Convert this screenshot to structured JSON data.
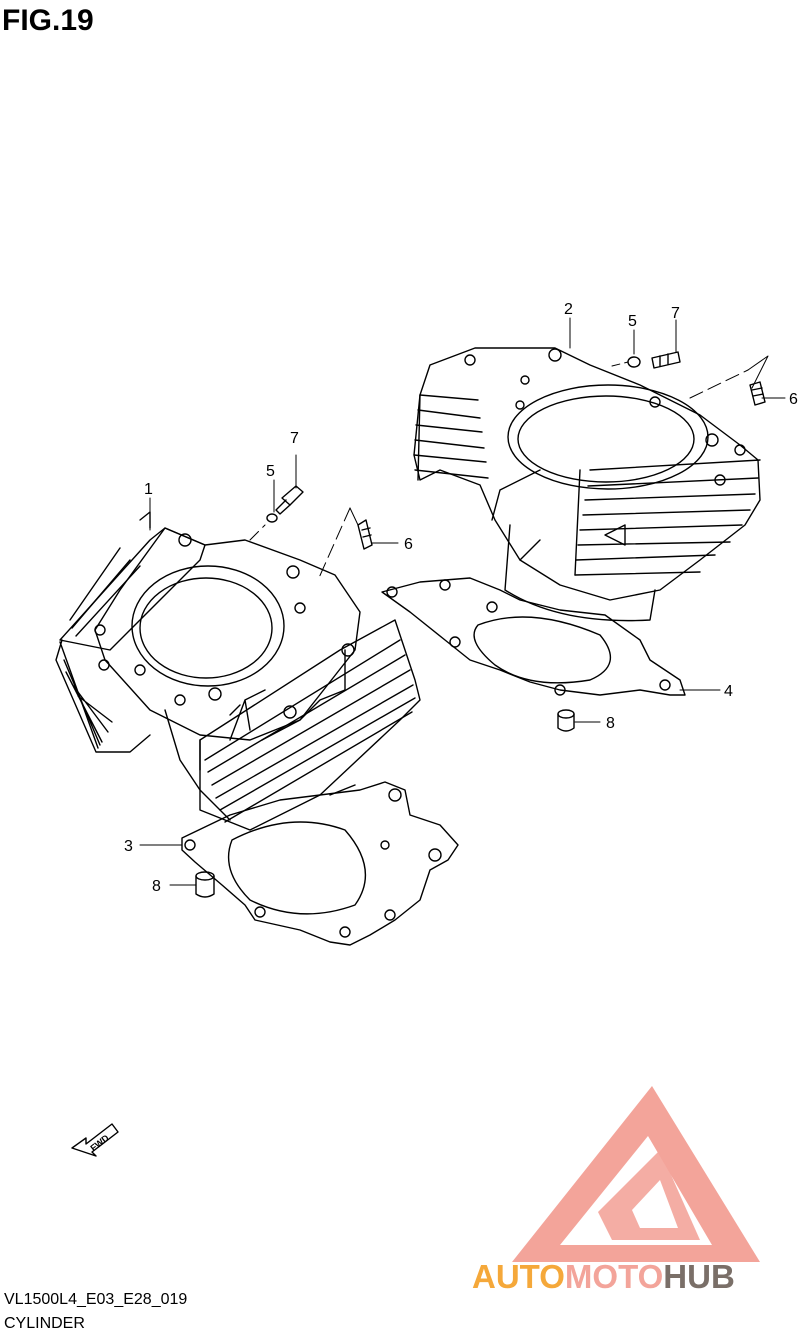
{
  "figure": {
    "title": "FIG.19"
  },
  "callouts": [
    {
      "ref": "1"
    },
    {
      "ref": "2"
    },
    {
      "ref": "3"
    },
    {
      "ref": "4"
    },
    {
      "ref": "5"
    },
    {
      "ref": "5"
    },
    {
      "ref": "6"
    },
    {
      "ref": "6"
    },
    {
      "ref": "7"
    },
    {
      "ref": "7"
    },
    {
      "ref": "8"
    },
    {
      "ref": "8"
    }
  ],
  "fwd_arrow": {
    "label": "FWD"
  },
  "footer": {
    "code": "VL1500L4_E03_E28_019",
    "name": "CYLINDER"
  },
  "watermark": {
    "part1": "AUTO",
    "part2": "MOTO",
    "part3": "HUB",
    "color_light": "#f3a49a",
    "color_orange": "#f5a83a",
    "color_dark": "#7a6f68"
  }
}
